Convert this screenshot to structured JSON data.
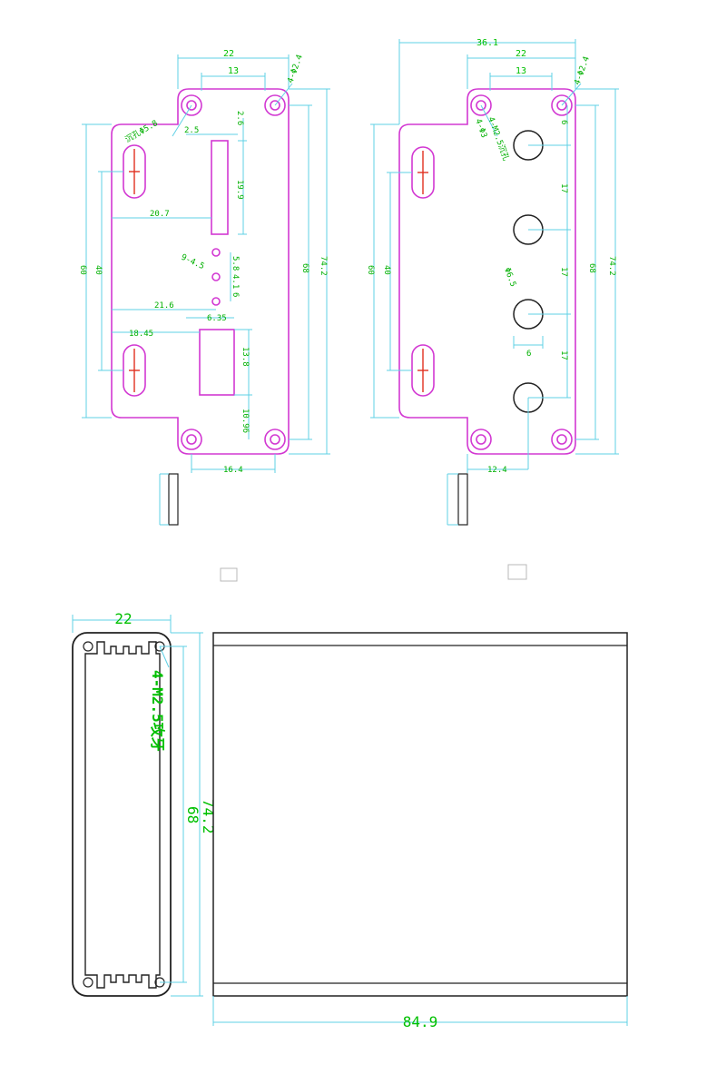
{
  "front_panel": {
    "overall_width": "22",
    "hole_pitch": "13",
    "hole_spec": "4-Φ2.4",
    "side_note": "沉孔Φ5.8",
    "dims": [
      "2.5",
      "2.6",
      "19.9",
      "20.7",
      "9-4.5",
      "5.8",
      "4.1",
      "6",
      "21.6",
      "6.35",
      "18.45",
      "13.8",
      "10.96",
      "16.4"
    ],
    "height_outer": "74.2",
    "height_mid": "68",
    "height_slot": "40",
    "height_side": "60"
  },
  "back_panel": {
    "overall_width": "36.1",
    "width_mid": "22",
    "hole_pitch": "13",
    "hole_spec": "4-Φ2.4",
    "thread_note": "4-M2.5沉孔",
    "corner_note": "4-Φ3",
    "dims": [
      "6",
      "17",
      "17",
      "17",
      "Φ6.5",
      "6"
    ],
    "height_outer": "74.2",
    "height_mid": "68",
    "height_slot": "40",
    "height_side": "60",
    "bottom_dim": "12.4"
  },
  "profile": {
    "width": "22",
    "thread_note": "4-M2.5攻牙",
    "height_outer": "74.2",
    "height_inner": "68"
  },
  "side_view": {
    "length": "84.9"
  }
}
